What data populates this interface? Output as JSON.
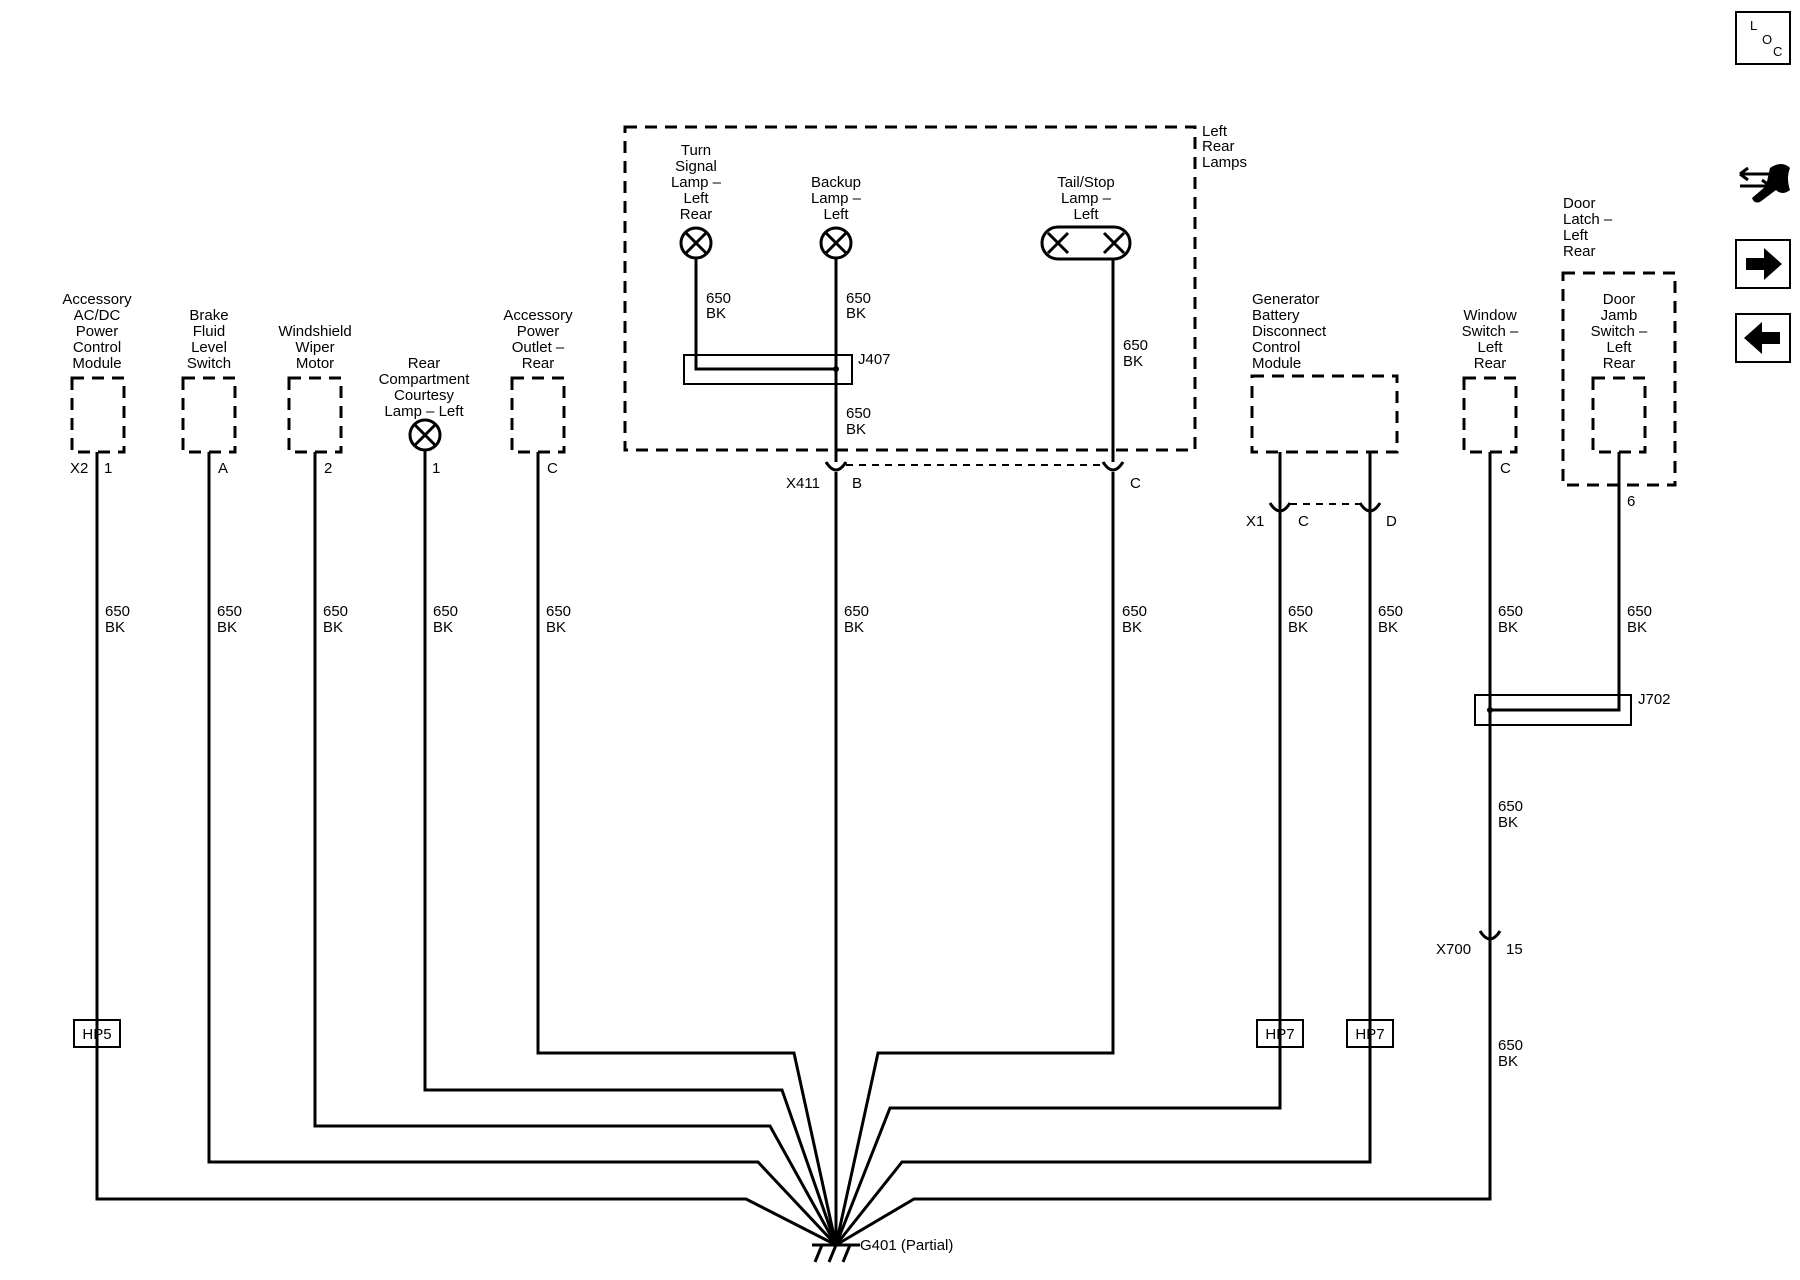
{
  "nav": {
    "loc_l": "L",
    "loc_o": "O",
    "loc_c": "C",
    "icons": [
      "connector-wrench-icon",
      "arrow-right-icon",
      "arrow-left-icon"
    ]
  },
  "left_rear_lamps": {
    "label": [
      "Left",
      "Rear",
      "Lamps"
    ],
    "turn_signal": [
      "Turn",
      "Signal",
      "Lamp –",
      "Left",
      "Rear"
    ],
    "backup": [
      "Backup",
      "Lamp –",
      "Left"
    ],
    "tail_stop": [
      "Tail/Stop",
      "Lamp –",
      "Left"
    ]
  },
  "components": {
    "accessory_acdc": [
      "Accessory",
      "AC/DC",
      "Power",
      "Control",
      "Module"
    ],
    "brake_fluid": [
      "Brake",
      "Fluid",
      "Level",
      "Switch"
    ],
    "wiper_motor": [
      "Windshield",
      "Wiper",
      "Motor"
    ],
    "courtesy_lamp": [
      "Rear",
      "Compartment",
      "Courtesy",
      "Lamp – Left"
    ],
    "power_outlet": [
      "Accessory",
      "Power",
      "Outlet –",
      "Rear"
    ],
    "generator_module": [
      "Generator",
      "Battery",
      "Disconnect",
      "Control",
      "Module"
    ],
    "window_switch": [
      "Window",
      "Switch –",
      "Left",
      "Rear"
    ],
    "door_latch": [
      "Door",
      "Latch –",
      "Left",
      "Rear"
    ],
    "door_jamb": [
      "Door",
      "Jamb",
      "Switch –",
      "Left",
      "Rear"
    ]
  },
  "pins": {
    "x2": "X2",
    "acdc": "1",
    "brake": "A",
    "wiper": "2",
    "courtesy": "1",
    "outlet": "C",
    "x411": "X411",
    "x411_b": "B",
    "x411_c": "C",
    "x1": "X1",
    "x1_c": "C",
    "x1_d": "D",
    "window": "C",
    "door_jamb": "6",
    "x700": "X700",
    "x700_15": "15"
  },
  "splices": {
    "j407": "J407",
    "j702": "J702",
    "hp5": "HP5",
    "hp7a": "HP7",
    "hp7b": "HP7"
  },
  "wire": {
    "circuit": "650",
    "color": "BK"
  },
  "ground": {
    "label": "G401 (Partial)"
  }
}
